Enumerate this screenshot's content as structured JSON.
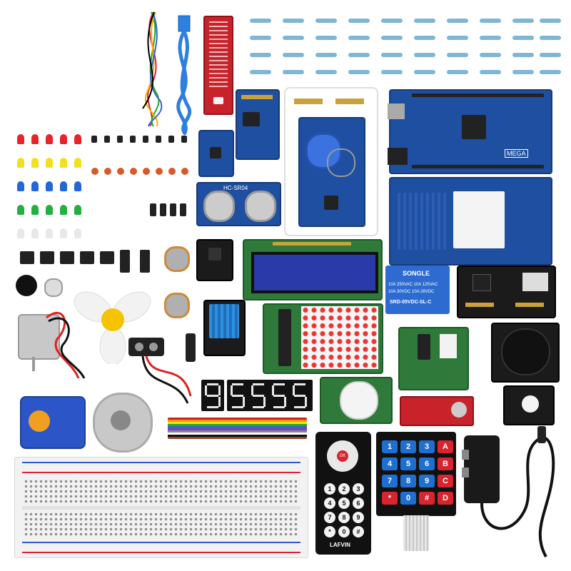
{
  "product": {
    "brand": "LAFVIN",
    "description": "Electronics starter kit components laid out on white background"
  },
  "labels": {
    "mega_board": "MEGA",
    "ultrasonic": "HC-SR04",
    "relay_brand": "SONGLE",
    "relay_spec1": "10A 250VAC  10A 125VAC",
    "relay_spec2": "10A 30VDC  10A 28VDC",
    "relay_model": "SRD-05VDC-SL-C",
    "remote_brand": "LAFVIN",
    "remote_ok": "OK"
  },
  "keypad": {
    "keys": [
      "1",
      "2",
      "3",
      "A",
      "4",
      "5",
      "6",
      "B",
      "7",
      "8",
      "9",
      "C",
      "*",
      "0",
      "#",
      "D"
    ]
  },
  "remote": {
    "keys": [
      "1",
      "2",
      "3",
      "4",
      "5",
      "6",
      "7",
      "8",
      "9",
      "*",
      "0",
      "#"
    ]
  },
  "colors": {
    "arduino_blue": "#1f4fa0",
    "pcb_green": "#2f7a3a",
    "lcd_blue": "#2a3aa8",
    "relay_blue": "#2d6bd0",
    "keypad_blue": "#1e6fd0",
    "keypad_red": "#d8242f",
    "water_sensor_red": "#d8242f",
    "fan_yellow": "#f5c400",
    "stepper_blue": "#2c56c8"
  },
  "icons": [
    "usb-cable-icon",
    "jumper-wire-bundle-icon",
    "fan-blade-icon",
    "battery-clip-icon",
    "dc-motor-icon",
    "power-adapter-icon"
  ]
}
